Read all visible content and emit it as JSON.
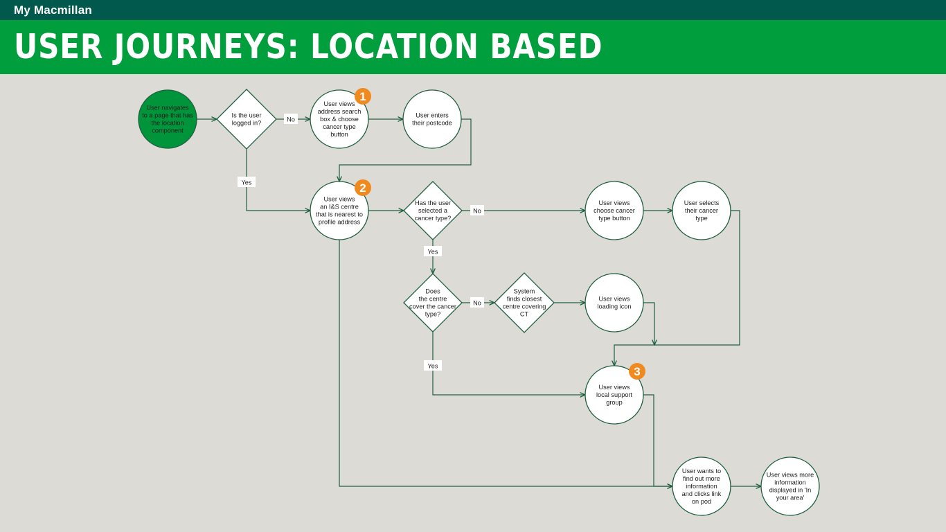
{
  "header": {
    "brand": "My Macmillan",
    "title": "USER JOURNEYS: LOCATION BASED"
  },
  "colors": {
    "background": "#dcdbd6",
    "topbar": "#00594c",
    "titlebar": "#009e3d",
    "start_node": "#00953b",
    "line": "#1f5f3f",
    "badge": "#f08a1e"
  },
  "nodes": [
    {
      "id": "start",
      "shape": "circle",
      "filled": true,
      "lines": [
        "User navigates",
        "to a page that has",
        "the location",
        "component"
      ]
    },
    {
      "id": "logged_in",
      "shape": "diamond",
      "lines": [
        "Is the user",
        "logged in?"
      ]
    },
    {
      "id": "address_search",
      "shape": "circle",
      "lines": [
        "User views",
        "address search",
        "box & choose",
        "cancer type",
        "button"
      ]
    },
    {
      "id": "postcode",
      "shape": "circle",
      "lines": [
        "User enters",
        "their postcode"
      ]
    },
    {
      "id": "nearest_centre",
      "shape": "circle",
      "lines": [
        "User views",
        "an I&S centre",
        "that is nearest to",
        "profile address"
      ]
    },
    {
      "id": "selected_type",
      "shape": "diamond",
      "lines": [
        "Has the user",
        "selected a",
        "cancer type?"
      ]
    },
    {
      "id": "choose_button",
      "shape": "circle",
      "lines": [
        "User views",
        "choose cancer",
        "type button"
      ]
    },
    {
      "id": "selects_type",
      "shape": "circle",
      "lines": [
        "User selects",
        "their cancer",
        "type"
      ]
    },
    {
      "id": "centre_cover",
      "shape": "diamond",
      "lines": [
        "Does",
        "the centre",
        "cover the cancer",
        "type?"
      ]
    },
    {
      "id": "system_finds",
      "shape": "diamond",
      "lines": [
        "System",
        "finds closest",
        "centre covering",
        "CT"
      ]
    },
    {
      "id": "loading_icon",
      "shape": "circle",
      "lines": [
        "User views",
        "loading icon"
      ]
    },
    {
      "id": "support_group",
      "shape": "circle",
      "lines": [
        "User views",
        "local support",
        "group"
      ]
    },
    {
      "id": "more_info",
      "shape": "circle",
      "lines": [
        "User wants to",
        "find out more",
        "information",
        "and clicks link",
        "on pod"
      ]
    },
    {
      "id": "in_your_area",
      "shape": "circle",
      "lines": [
        "User views more",
        "information",
        "displayed in 'In",
        "your area'"
      ]
    }
  ],
  "edge_labels": [
    {
      "id": "no_logged_in",
      "text": "No"
    },
    {
      "id": "yes_logged_in",
      "text": "Yes"
    },
    {
      "id": "no_selected",
      "text": "No"
    },
    {
      "id": "yes_selected",
      "text": "Yes"
    },
    {
      "id": "no_cover",
      "text": "No"
    },
    {
      "id": "yes_cover",
      "text": "Yes"
    }
  ],
  "badges": [
    {
      "id": "badge_1",
      "text": "1",
      "node": "address_search"
    },
    {
      "id": "badge_2",
      "text": "2",
      "node": "nearest_centre"
    },
    {
      "id": "badge_3",
      "text": "3",
      "node": "support_group"
    }
  ]
}
